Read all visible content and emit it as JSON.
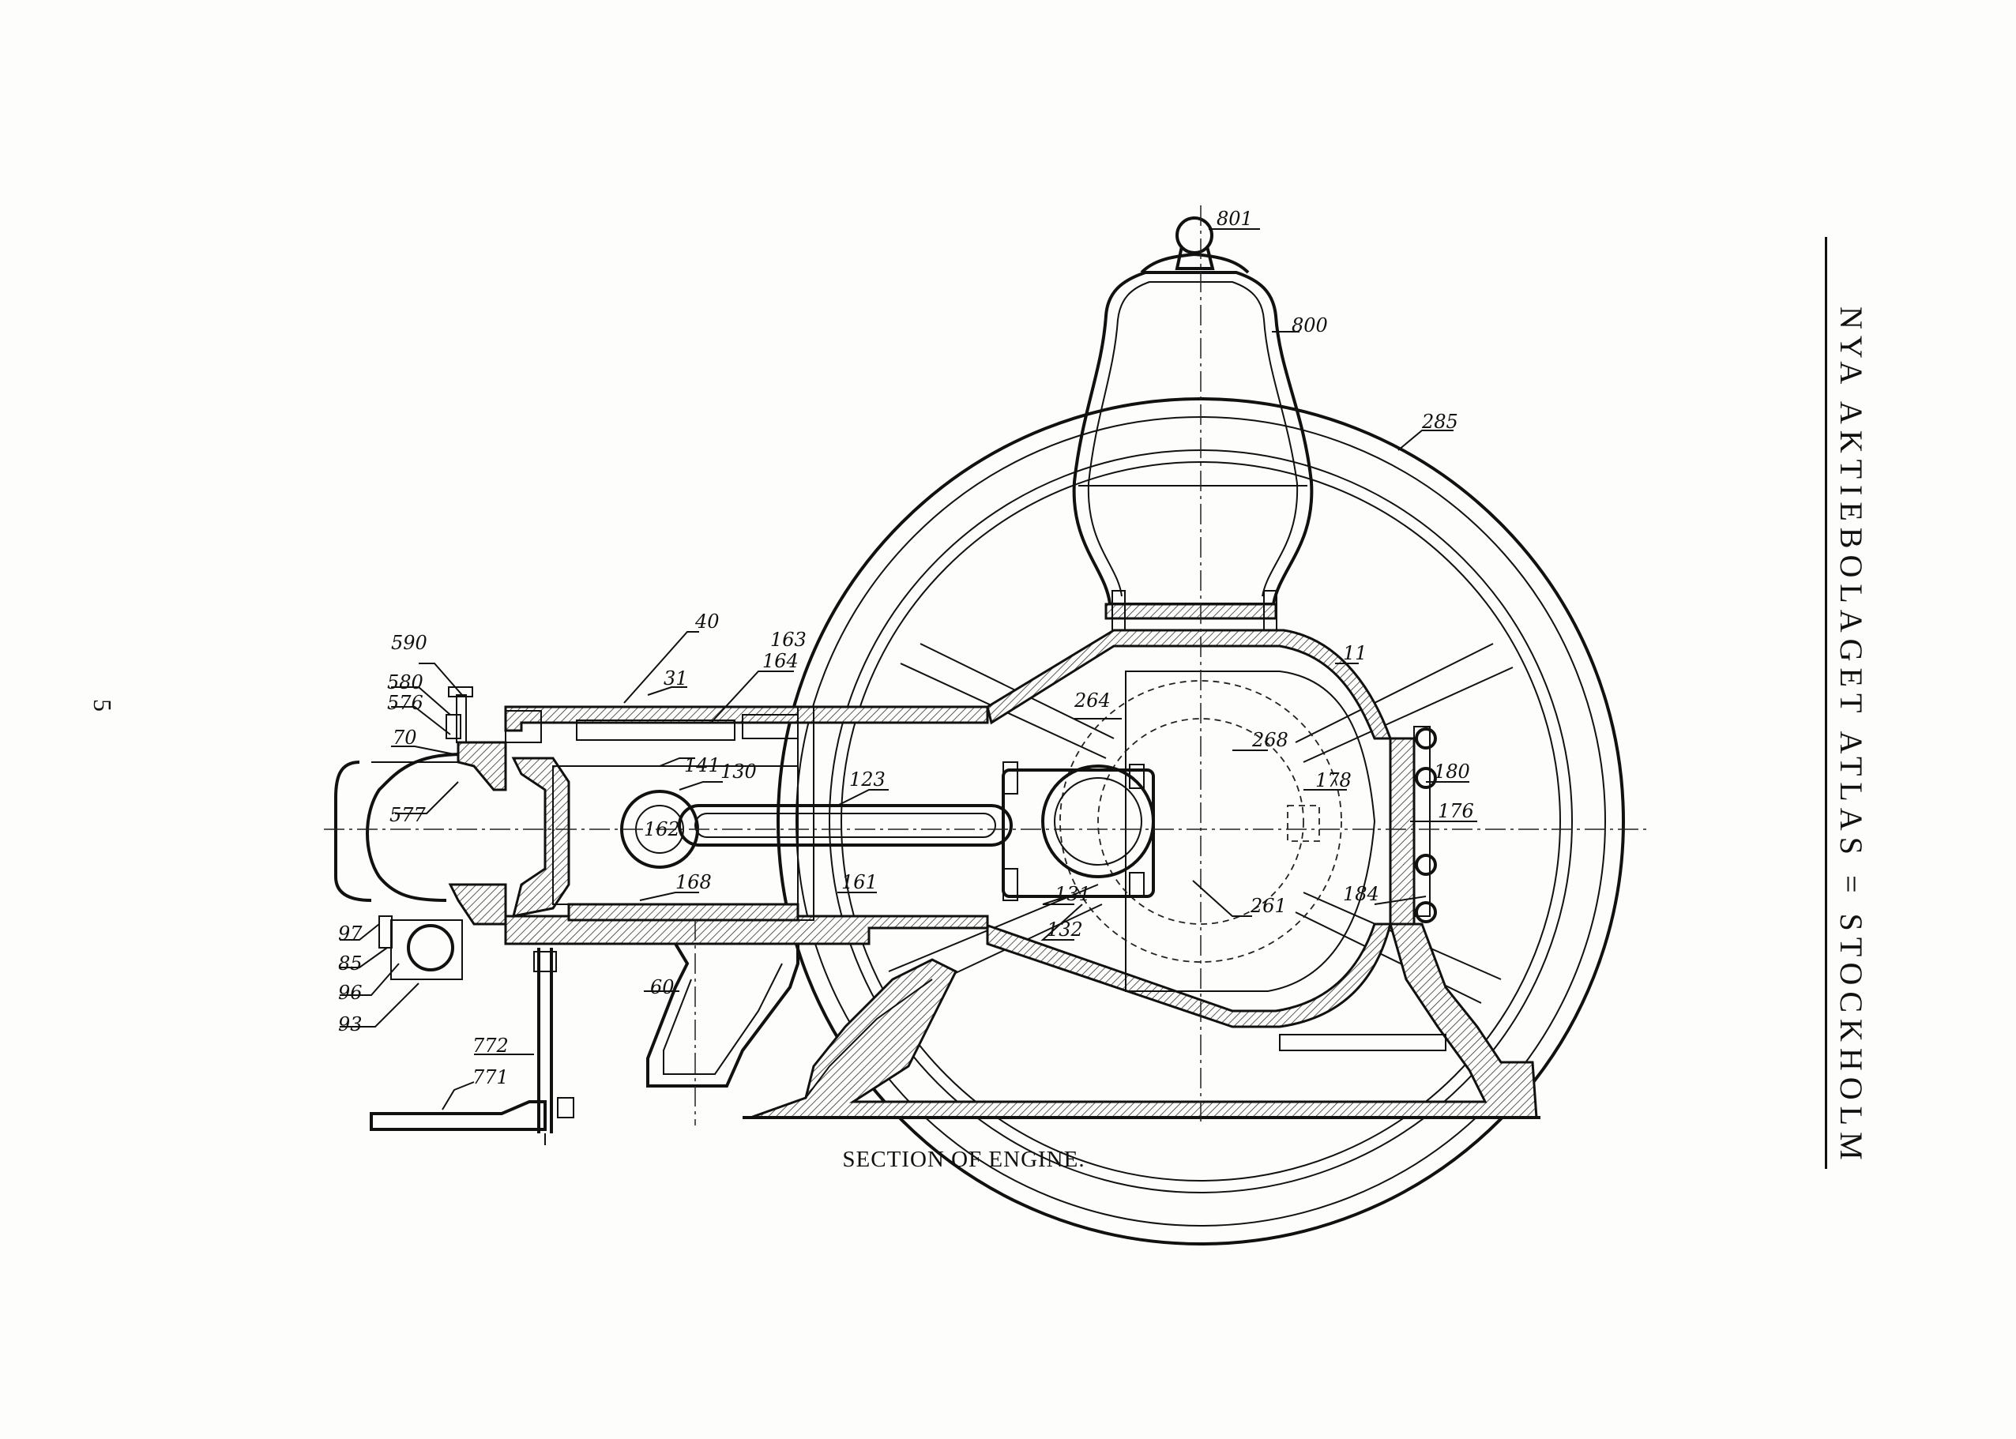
{
  "page_number": "5",
  "side_title": "NYA AKTIEBOLAGET ATLAS = STOCKHOLM",
  "caption": "SECTION OF ENGINE.",
  "part_labels": {
    "p801": "801",
    "p800": "800",
    "p285": "285",
    "p11": "11",
    "p264": "264",
    "p268": "268",
    "p178": "178",
    "p180": "180",
    "p176": "176",
    "p184": "184",
    "p261": "261",
    "p131": "131",
    "p132": "132",
    "p161": "161",
    "p123": "123",
    "p130": "130",
    "p141": "141",
    "p162": "162",
    "p168": "168",
    "p163": "163",
    "p164": "164",
    "p40": "40",
    "p31": "31",
    "p590": "590",
    "p580": "580",
    "p576": "576",
    "p70": "70",
    "p577": "577",
    "p97": "97",
    "p85": "85",
    "p96": "96",
    "p93": "93",
    "p60": "60",
    "p772": "772",
    "p771": "771"
  }
}
